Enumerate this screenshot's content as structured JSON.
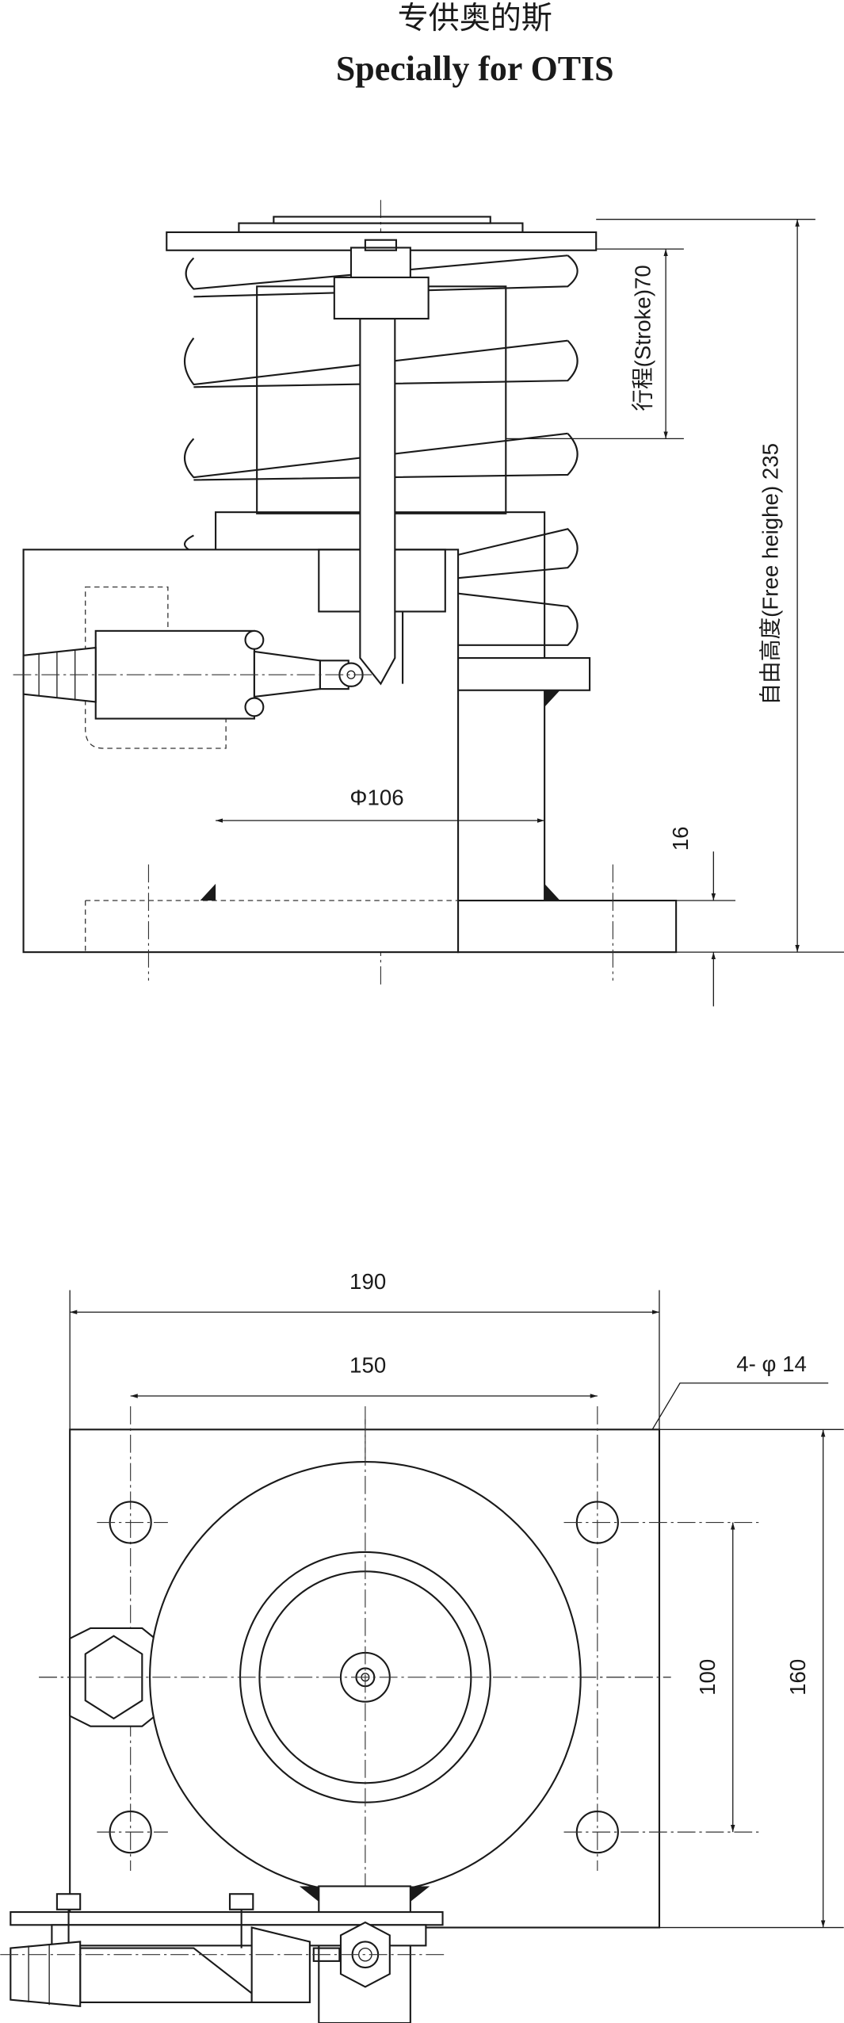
{
  "title": {
    "chinese": "专供奥的斯",
    "english": "Specially for OTIS"
  },
  "front_view": {
    "stroke_label": "行程(Stroke)70",
    "free_height_label": "自由高度(Free heighe) 235",
    "diameter_label": "Φ106",
    "base_thickness_label": "16"
  },
  "plan_view": {
    "width_label": "190",
    "hole_spacing_x_label": "150",
    "holes_label": "4- φ 14",
    "hole_spacing_y_label": "100",
    "depth_label": "160"
  }
}
